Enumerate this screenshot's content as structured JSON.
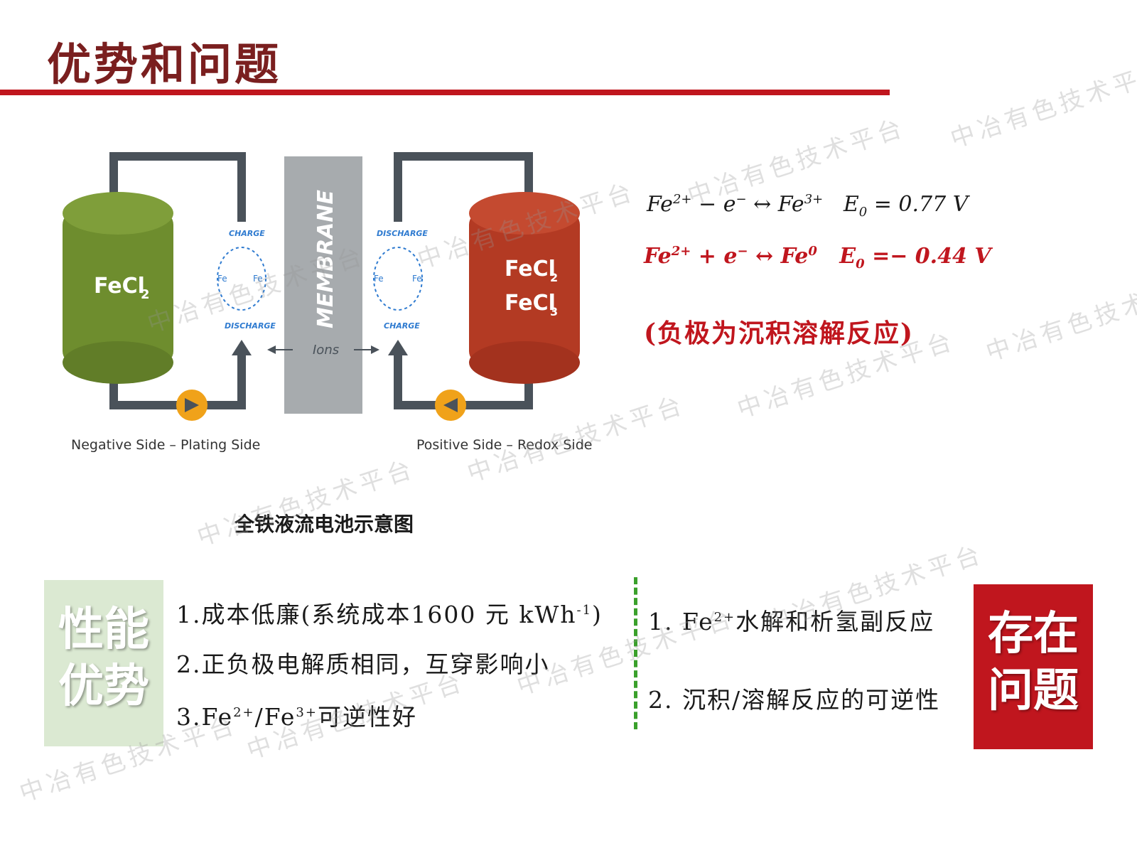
{
  "title": "优势和问题",
  "watermark": "中冶有色技术平台",
  "diagram": {
    "neg_tank_label": "FeCl",
    "neg_tank_sub": "2",
    "pos_tank_line1": "FeCl",
    "pos_tank_line1_sub": "2",
    "pos_tank_line2": "FeCl",
    "pos_tank_line2_sub": "3",
    "membrane_label": "MEMBRANE",
    "ions_label": "Ions",
    "neg_top_label": "CHARGE",
    "neg_bottom_label": "DISCHARGE",
    "pos_top_label": "DISCHARGE",
    "pos_bottom_label": "CHARGE",
    "ion_a": "Fe",
    "ion_b": "Fe",
    "neg_side_label": "Negative Side – Plating Side",
    "pos_side_label": "Positive Side – Redox Side",
    "colors": {
      "neg_tank": "#6e8d2e",
      "pos_tank": "#b33a23",
      "pipe": "#4a525a",
      "membrane": "#a7abae",
      "pump": "#f0a21a",
      "ion_loop": "#2f7bd0"
    }
  },
  "caption": "全铁液流电池示意图",
  "equations": {
    "eq1": {
      "a": "Fe",
      "a_sup": "2+",
      "op": " − e",
      "op_sup": "−",
      "arrow": " ↔ Fe",
      "b_sup": "3+",
      "e0": "E",
      "e0_sub": "0",
      "value": " = 0.77 V"
    },
    "eq2": {
      "a": "Fe",
      "a_sup": "2+",
      "op": " + e",
      "op_sup": "−",
      "arrow": " ↔ Fe",
      "b_sup": "0",
      "e0": "E",
      "e0_sub": "0",
      "value": " =− 0.44 V"
    },
    "note": "(负极为沉积溶解反应)"
  },
  "advantages": {
    "label_line1": "性能",
    "label_line2": "优势",
    "item1_pre": "1.成本低廉(系统成本1600 元 kWh",
    "item1_sup": "-1",
    "item1_post": ")",
    "item2": "2.正负极电解质相同，互穿影响小",
    "item3_pre": "3.Fe",
    "item3_sup1": "2+",
    "item3_mid": "/Fe",
    "item3_sup2": "3+",
    "item3_post": "可逆性好"
  },
  "problems": {
    "label_line1": "存在",
    "label_line2": "问题",
    "item1_pre": "1. Fe",
    "item1_sup": "2+",
    "item1_post": "水解和析氢副反应",
    "item2": "2. 沉积/溶解反应的可逆性"
  }
}
